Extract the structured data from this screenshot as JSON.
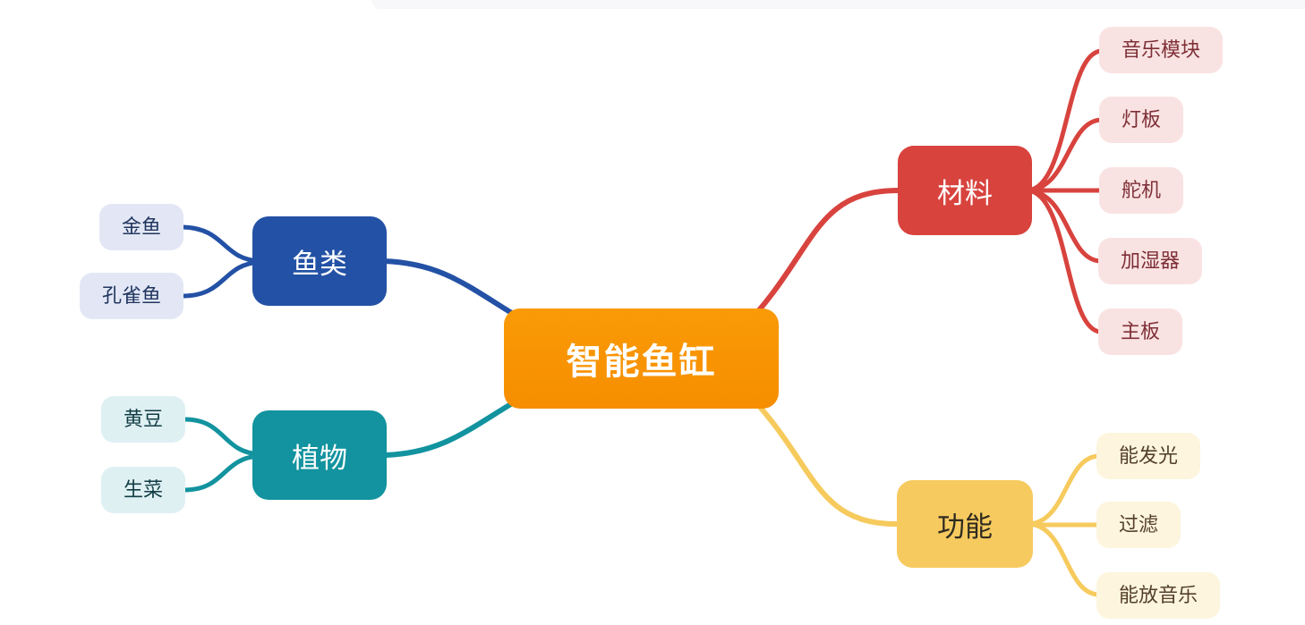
{
  "canvas": {
    "background": "#ffffff",
    "top_strip_color": "#f8f8fa"
  },
  "mindmap": {
    "root": {
      "label": "智能鱼缸",
      "bg": "#f89400",
      "text_color": "#ffffff"
    },
    "branches": [
      {
        "id": "fish",
        "label": "鱼类",
        "accent": "#2351a5",
        "child_bg": "#e3e7f5",
        "child_text": "#20355f",
        "side": "left",
        "children": [
          {
            "label": "金鱼"
          },
          {
            "label": "孔雀鱼"
          }
        ]
      },
      {
        "id": "plants",
        "label": "植物",
        "accent": "#12939f",
        "child_bg": "#dff0f3",
        "child_text": "#113c44",
        "side": "left",
        "children": [
          {
            "label": "黄豆"
          },
          {
            "label": "生菜"
          }
        ]
      },
      {
        "id": "materials",
        "label": "材料",
        "accent": "#d8433e",
        "child_bg": "#f9e3e2",
        "child_text": "#7e2f36",
        "side": "right",
        "children": [
          {
            "label": "音乐模块"
          },
          {
            "label": "灯板"
          },
          {
            "label": "舵机"
          },
          {
            "label": "加湿器"
          },
          {
            "label": "主板"
          }
        ]
      },
      {
        "id": "functions",
        "label": "功能",
        "accent": "#f7ca5f",
        "branch_text": "#2f2b20",
        "child_bg": "#fdf5de",
        "child_text": "#54402a",
        "side": "right",
        "children": [
          {
            "label": "能发光"
          },
          {
            "label": "过滤"
          },
          {
            "label": "能放音乐"
          }
        ]
      }
    ]
  }
}
